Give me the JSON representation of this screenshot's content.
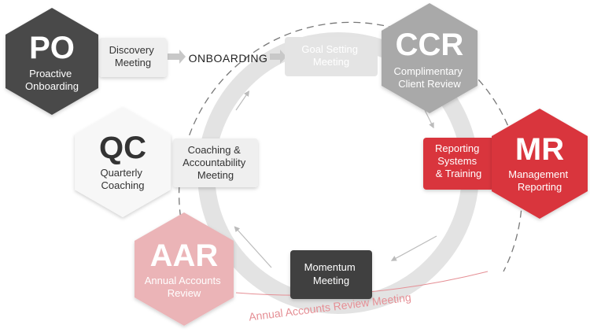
{
  "nodes": {
    "po": {
      "abbr": "PO",
      "line1": "Proactive",
      "line2": "Onboarding",
      "fill": "#4a4a4a",
      "text_color": "#ffffff"
    },
    "ccr": {
      "abbr": "CCR",
      "line1": "Complimentary",
      "line2": "Client Review",
      "fill": "#a9a9a9",
      "text_color": "#ffffff"
    },
    "mr": {
      "abbr": "MR",
      "line1": "Management",
      "line2": "Reporting",
      "fill": "#d9343c",
      "text_color": "#ffffff"
    },
    "aar": {
      "abbr": "AAR",
      "line1": "Annual Accounts",
      "line2": "Review",
      "fill": "#ebb4b7",
      "text_color": "#ffffff"
    },
    "qc": {
      "abbr": "QC",
      "line1": "Quarterly",
      "line2": "Coaching",
      "fill": "#f7f7f7",
      "text_color": "#333333"
    }
  },
  "meetings": {
    "discovery": {
      "line1": "Discovery",
      "line2": "Meeting"
    },
    "goal_setting": {
      "line1": "Goal Setting",
      "line2": "Meeting"
    },
    "reporting": {
      "line1": "Reporting",
      "line2": "Systems",
      "line3": "& Training"
    },
    "momentum": {
      "line1": "Momentum",
      "line2": "Meeting"
    },
    "coaching": {
      "line1": "Coaching &",
      "line2": "Accountability",
      "line3": "Meeting"
    }
  },
  "flow_label": "ONBOARDING",
  "arc_label": "Annual Accounts Review Meeting",
  "colors": {
    "ring": "#e3e3e3",
    "dashed": "#777777",
    "arrow": "#c8c8c8",
    "red": "#d9343c",
    "pink_text": "#e58f95"
  }
}
